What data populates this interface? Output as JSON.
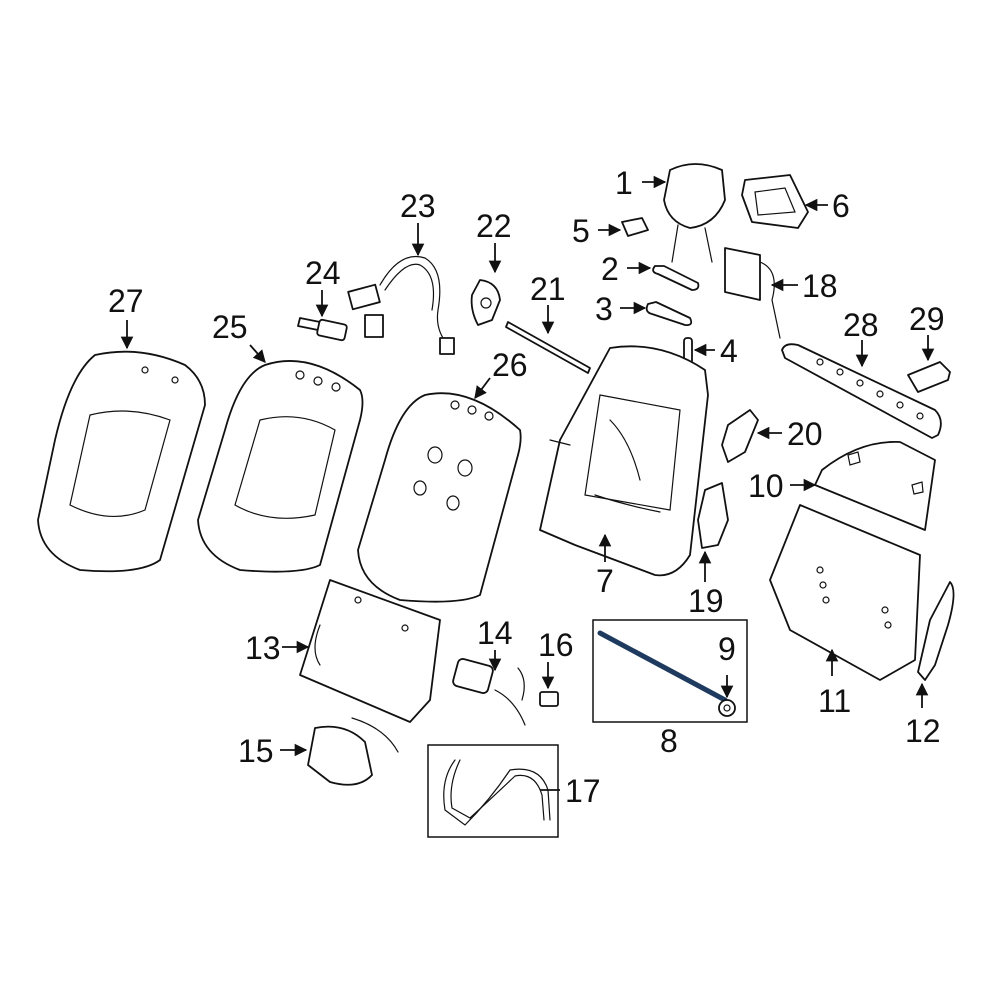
{
  "diagram": {
    "callouts": [
      {
        "id": "1",
        "label": "1"
      },
      {
        "id": "2",
        "label": "2"
      },
      {
        "id": "3",
        "label": "3"
      },
      {
        "id": "4",
        "label": "4"
      },
      {
        "id": "5",
        "label": "5"
      },
      {
        "id": "6",
        "label": "6"
      },
      {
        "id": "7",
        "label": "7"
      },
      {
        "id": "8",
        "label": "8"
      },
      {
        "id": "9",
        "label": "9"
      },
      {
        "id": "10",
        "label": "10"
      },
      {
        "id": "11",
        "label": "11"
      },
      {
        "id": "12",
        "label": "12"
      },
      {
        "id": "13",
        "label": "13"
      },
      {
        "id": "14",
        "label": "14"
      },
      {
        "id": "15",
        "label": "15"
      },
      {
        "id": "16",
        "label": "16"
      },
      {
        "id": "17",
        "label": "17"
      },
      {
        "id": "18",
        "label": "18"
      },
      {
        "id": "19",
        "label": "19"
      },
      {
        "id": "20",
        "label": "20"
      },
      {
        "id": "21",
        "label": "21"
      },
      {
        "id": "22",
        "label": "22"
      },
      {
        "id": "23",
        "label": "23"
      },
      {
        "id": "24",
        "label": "24"
      },
      {
        "id": "25",
        "label": "25"
      },
      {
        "id": "26",
        "label": "26"
      },
      {
        "id": "27",
        "label": "27"
      },
      {
        "id": "28",
        "label": "28"
      },
      {
        "id": "29",
        "label": "29"
      }
    ],
    "colors": {
      "line": "#111111",
      "rod": "#1e3a5f",
      "background": "#ffffff"
    }
  }
}
